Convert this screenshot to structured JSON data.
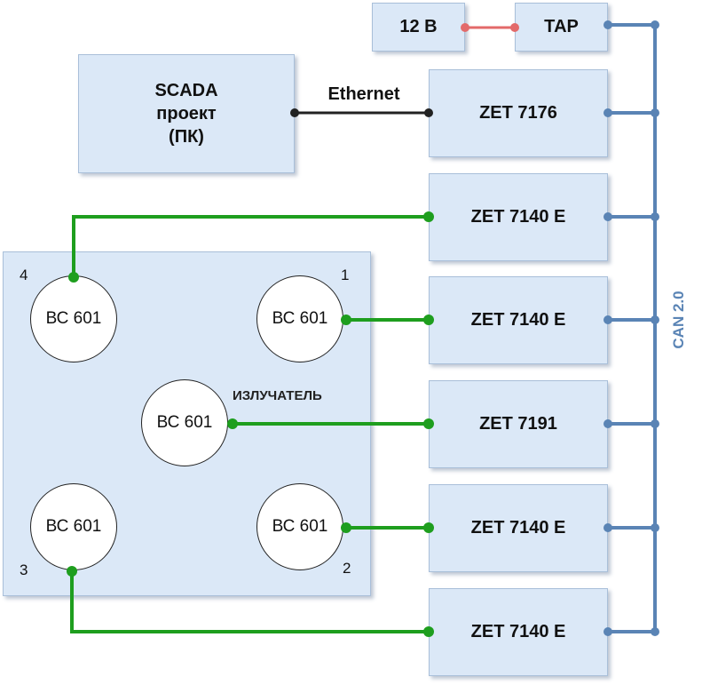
{
  "power": {
    "label": "12 В"
  },
  "tap": {
    "label": "ТАР"
  },
  "scada": {
    "line1": "SCADA",
    "line2": "проект",
    "line3": "(ПК)"
  },
  "ethernet": {
    "label": "Ethernet"
  },
  "can_bus": {
    "label": "CAN 2.0"
  },
  "modules": [
    {
      "label": "ZET 7176"
    },
    {
      "label": "ZET 7140 E"
    },
    {
      "label": "ZET 7140 E"
    },
    {
      "label": "ZET 7191"
    },
    {
      "label": "ZET 7140 E"
    },
    {
      "label": "ZET 7140 E"
    }
  ],
  "emitter": {
    "label": "ИЗЛУЧАТЕЛЬ"
  },
  "sensors": [
    {
      "label": "ВС 601",
      "number": "4"
    },
    {
      "label": "ВС 601",
      "number": "1"
    },
    {
      "label": "ВС 601",
      "number": ""
    },
    {
      "label": "ВС 601",
      "number": "3"
    },
    {
      "label": "ВС 601",
      "number": "2"
    }
  ],
  "colors": {
    "green": "#1e9e1e",
    "can": "#5a84b5",
    "ethernet": "#222222",
    "power": "#e36a6a"
  }
}
